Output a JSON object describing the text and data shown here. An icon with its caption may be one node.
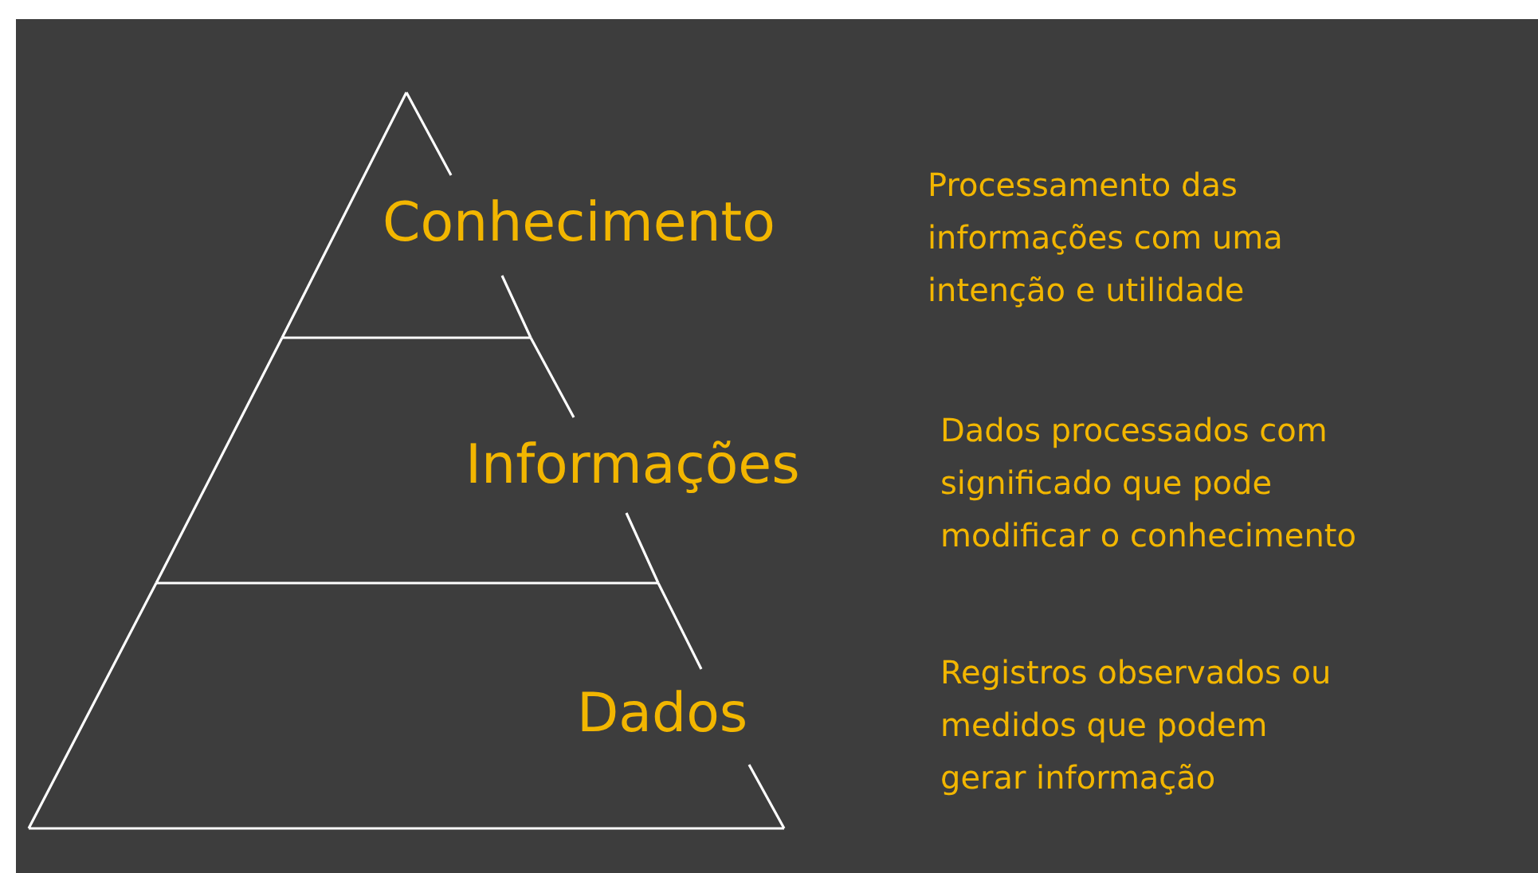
{
  "diagram": {
    "nodes": [
      {
        "text": [
          "Conhecimento"
        ]
      },
      {
        "text": [
          "Informações"
        ]
      },
      {
        "text": [
          "Dados"
        ]
      }
    ],
    "edges": [],
    "labels": [
      "Processamento das informações com uma intenção e utilidade",
      "Dados processados com significado que pode modificar o conhecimento",
      "Registros observados ou medidos que podem gerar informação"
    ]
  }
}
